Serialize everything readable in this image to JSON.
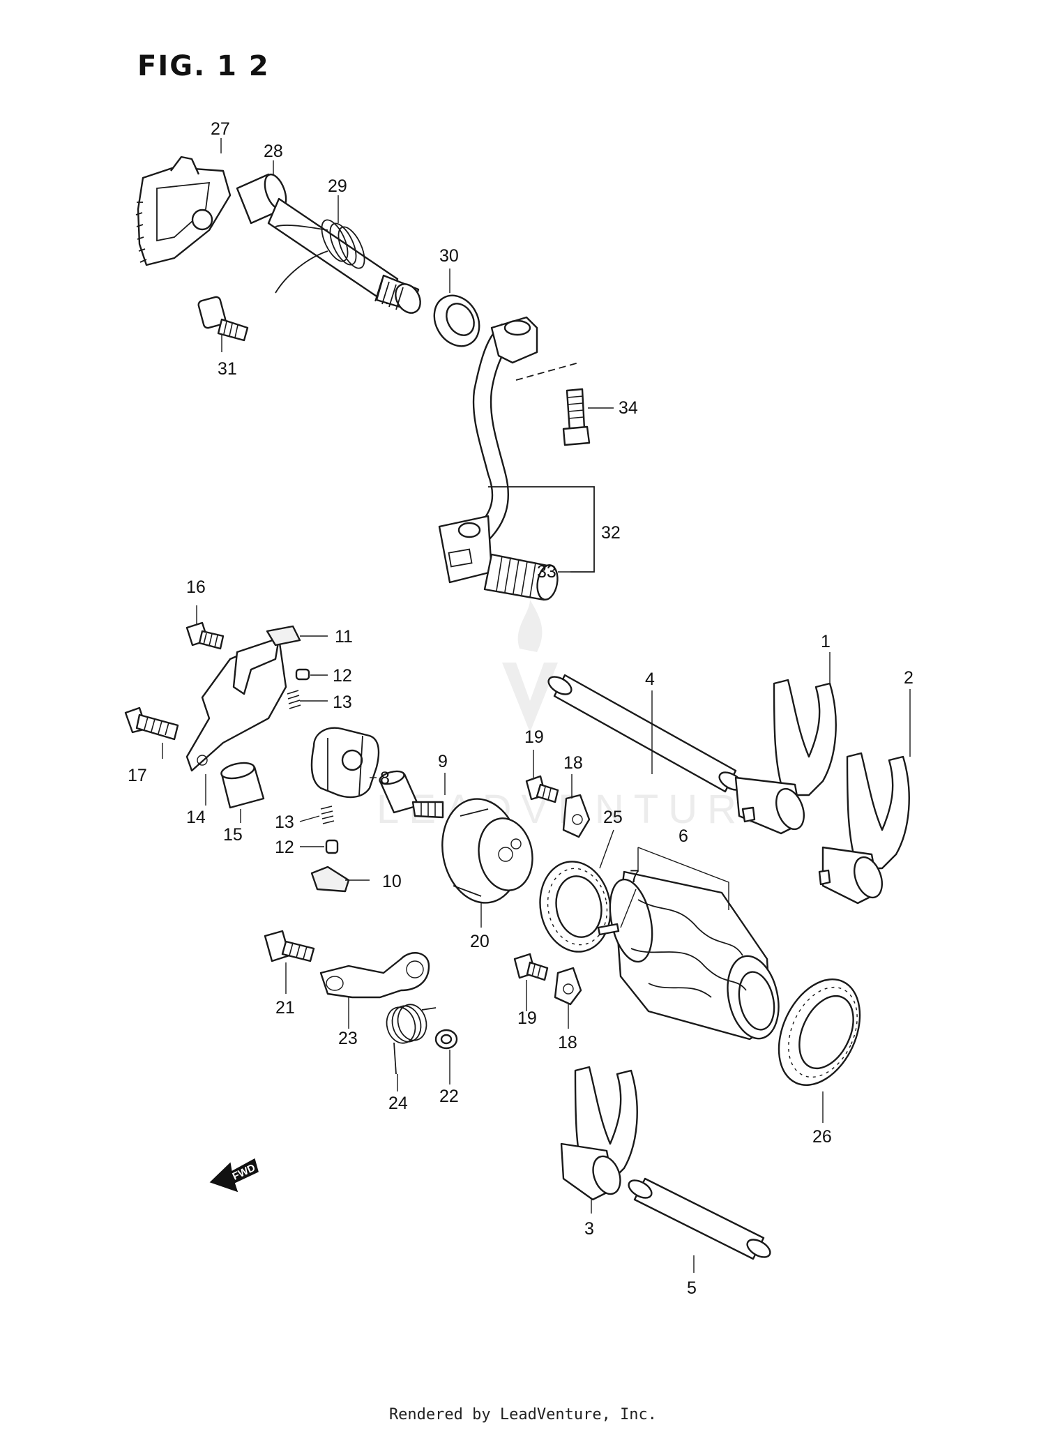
{
  "figure": {
    "title": "FIG. 1 2"
  },
  "footer": {
    "text": "Rendered by LeadVenture, Inc."
  },
  "watermark": {
    "text": "LEADVENTURE"
  },
  "fwd_marker": {
    "label": "FWD"
  },
  "callouts": {
    "c1": "1",
    "c2": "2",
    "c3": "3",
    "c4": "4",
    "c5": "5",
    "c6": "6",
    "c7": "7",
    "c8": "8",
    "c9": "9",
    "c10": "10",
    "c11": "11",
    "c12a": "12",
    "c12b": "12",
    "c13a": "13",
    "c13b": "13",
    "c14": "14",
    "c15": "15",
    "c16": "16",
    "c17": "17",
    "c18a": "18",
    "c18b": "18",
    "c19a": "19",
    "c19b": "19",
    "c20": "20",
    "c21": "21",
    "c22": "22",
    "c23": "23",
    "c24": "24",
    "c25": "25",
    "c26": "26",
    "c27": "27",
    "c28": "28",
    "c29": "29",
    "c30": "30",
    "c31": "31",
    "c32": "32",
    "c33": "33",
    "c34": "34"
  }
}
